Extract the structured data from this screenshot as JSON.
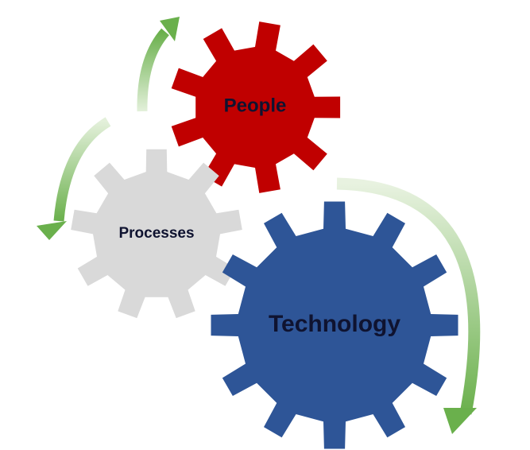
{
  "diagram": {
    "gears": [
      {
        "id": "people",
        "label": "People",
        "color": "#c00000"
      },
      {
        "id": "processes",
        "label": "Processes",
        "color": "#d9d9d9"
      },
      {
        "id": "technology",
        "label": "Technology",
        "color": "#2e5597"
      }
    ],
    "arrow_color": "#6ab04c",
    "arrow_fade_color": "#e3f0da"
  }
}
